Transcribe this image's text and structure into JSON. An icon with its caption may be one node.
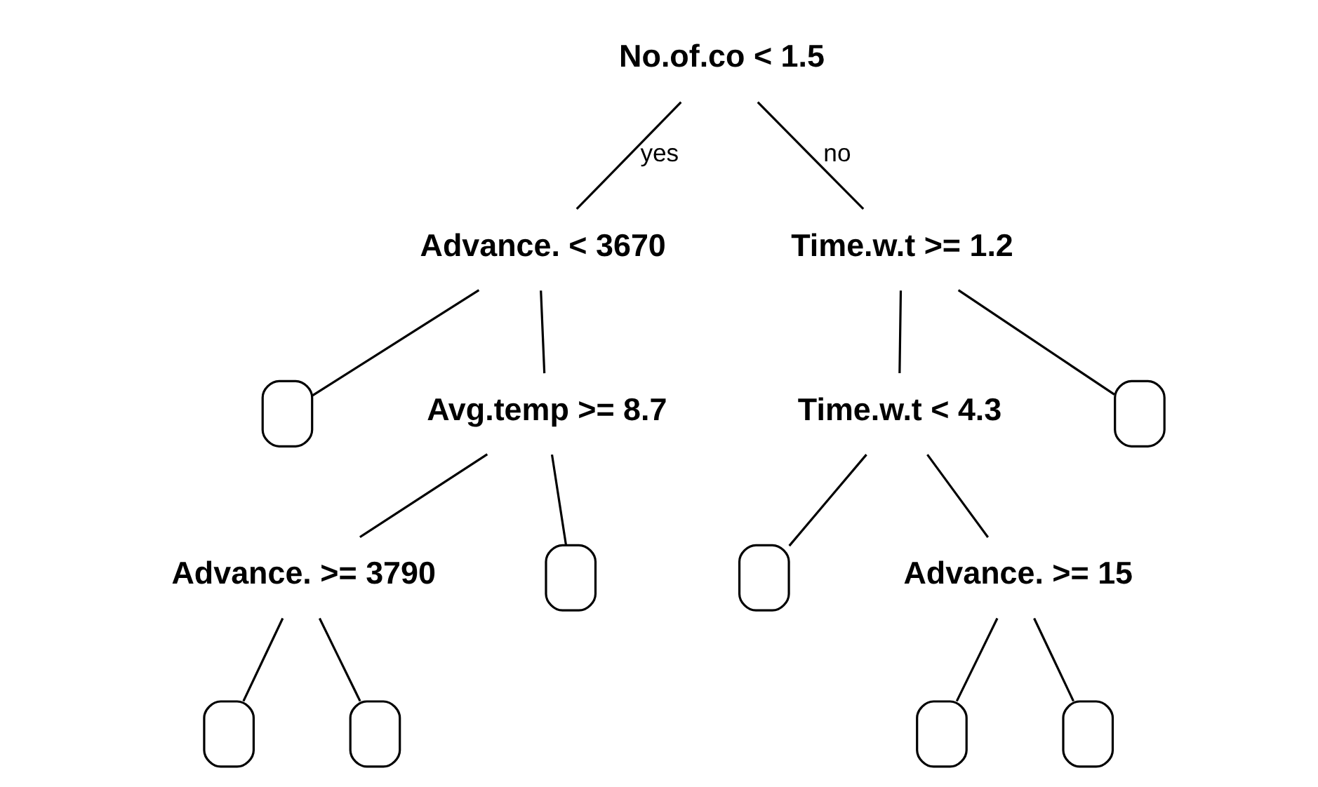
{
  "diagram": {
    "nodes": [
      {
        "text": [
          "No.of.co < 1.5"
        ]
      },
      {
        "text": [
          "Advance. < 3670"
        ]
      },
      {
        "text": [
          "Time.w.t >= 1.2"
        ]
      },
      {
        "text": [],
        "shape": "box"
      },
      {
        "text": [
          "Avg.temp >= 8.7"
        ]
      },
      {
        "text": [
          "Time.w.t < 4.3"
        ]
      },
      {
        "text": [],
        "shape": "box"
      },
      {
        "text": [
          "Advance. >= 3790"
        ]
      },
      {
        "text": [],
        "shape": "box"
      },
      {
        "text": [],
        "shape": "box"
      },
      {
        "text": [
          "Advance. >= 15"
        ]
      },
      {
        "text": [],
        "shape": "box"
      },
      {
        "text": [],
        "shape": "box"
      },
      {
        "text": [],
        "shape": "box"
      },
      {
        "text": [],
        "shape": "box"
      }
    ],
    "edges": [
      {
        "from": 0,
        "to": 1,
        "arrow": "none",
        "label": "yes"
      },
      {
        "from": 0,
        "to": 2,
        "arrow": "none",
        "label": "no"
      },
      {
        "from": 1,
        "to": 3,
        "arrow": "none"
      },
      {
        "from": 1,
        "to": 4,
        "arrow": "none"
      },
      {
        "from": 2,
        "to": 5,
        "arrow": "none"
      },
      {
        "from": 2,
        "to": 6,
        "arrow": "none"
      },
      {
        "from": 4,
        "to": 7,
        "arrow": "none"
      },
      {
        "from": 4,
        "to": 8,
        "arrow": "none"
      },
      {
        "from": 5,
        "to": 9,
        "arrow": "none"
      },
      {
        "from": 5,
        "to": 10,
        "arrow": "none"
      },
      {
        "from": 7,
        "to": 11,
        "arrow": "none"
      },
      {
        "from": 7,
        "to": 12,
        "arrow": "none"
      },
      {
        "from": 10,
        "to": 13,
        "arrow": "none"
      },
      {
        "from": 10,
        "to": 14,
        "arrow": "none"
      }
    ]
  }
}
